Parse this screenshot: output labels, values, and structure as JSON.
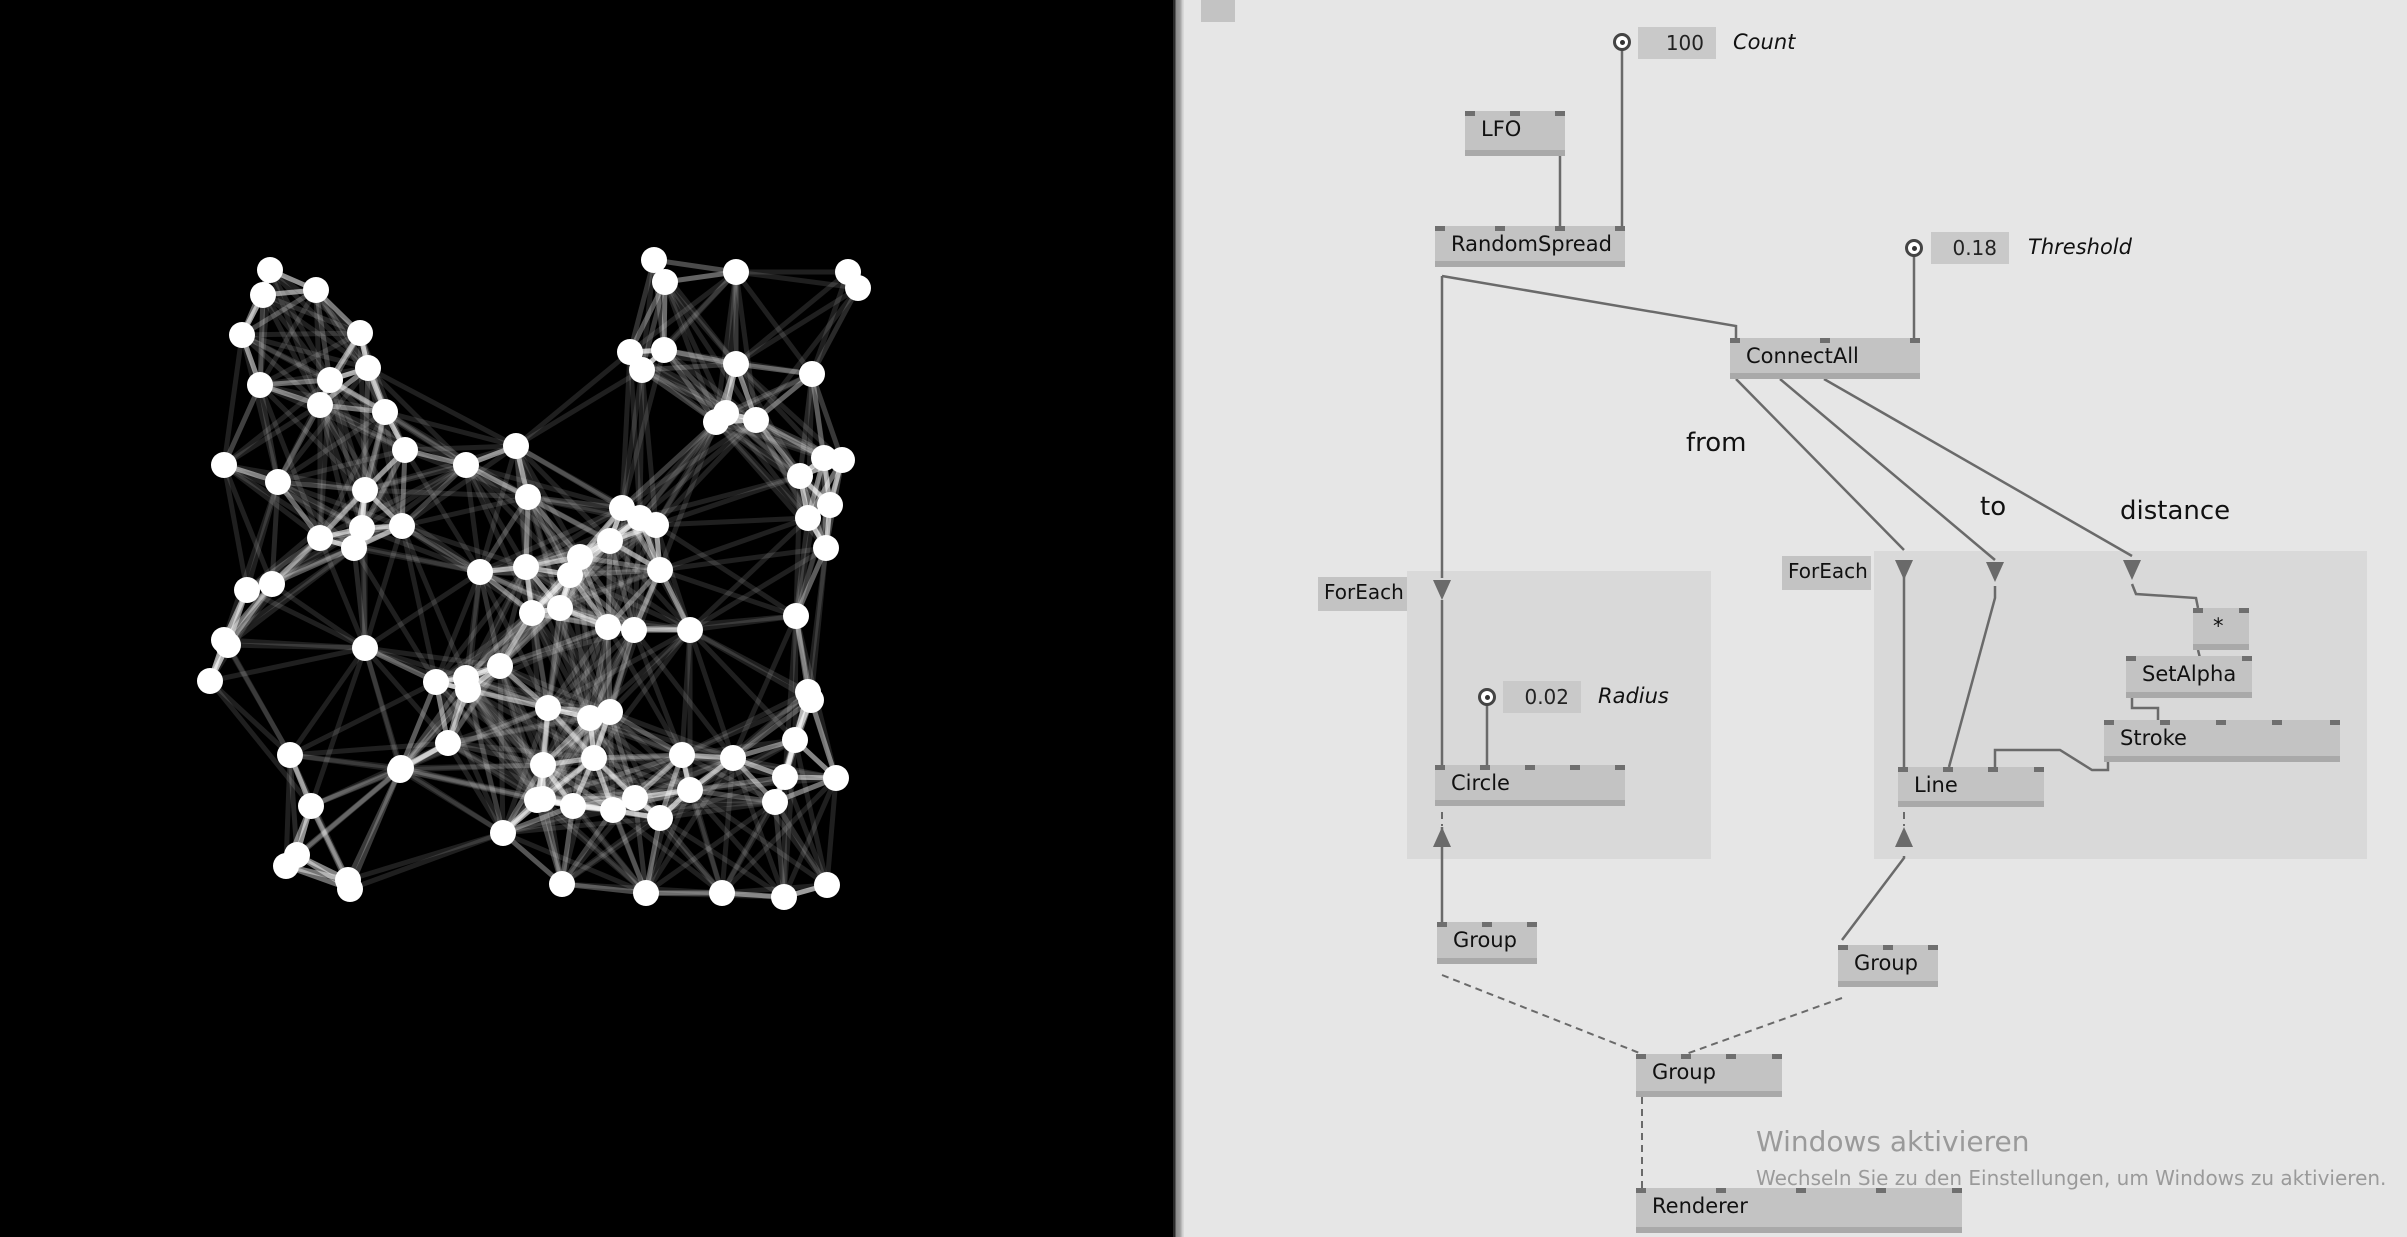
{
  "window": {
    "panes": [
      "render-view",
      "patch-editor"
    ]
  },
  "render_graph": {
    "description_hidden": true,
    "node_color": "#ffffff",
    "edge_color": "#ffffff",
    "background": "#000000"
  },
  "patch": {
    "nodes": {
      "lfo": "LFO",
      "random_spread": "RandomSpread",
      "connect_all": "ConnectAll",
      "circle": "Circle",
      "line": "Line",
      "multiply": "*",
      "set_alpha": "SetAlpha",
      "stroke": "Stroke",
      "group_left": "Group",
      "group_right": "Group",
      "group_main": "Group",
      "renderer": "Renderer"
    },
    "iobox_count": {
      "value": "100",
      "label": "Count"
    },
    "iobox_threshold": {
      "value": "0.18",
      "label": "Threshold"
    },
    "iobox_radius": {
      "value": "0.02",
      "label": "Radius"
    },
    "foreach_left": "ForEach",
    "foreach_right": "ForEach",
    "pin_labels": {
      "from": "from",
      "to": "to",
      "distance": "distance"
    }
  },
  "watermark": {
    "title": "Windows aktivieren",
    "subtitle": "Wechseln Sie zu den Einstellungen, um Windows zu aktivieren."
  },
  "colors": {
    "wire": "#6a6a6a",
    "node": "#c3c3c3",
    "region": "#d9d9d9",
    "patch_bg": "#e6e6e6"
  }
}
